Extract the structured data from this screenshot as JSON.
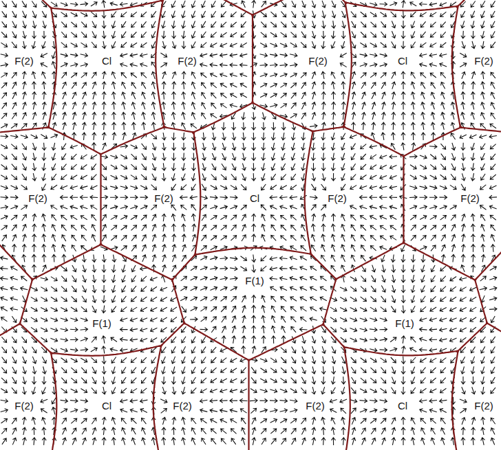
{
  "diagram": {
    "labels": [
      "F(2)",
      "Cl",
      "F(2)",
      "F(2)",
      "Cl",
      "F(2)",
      "F(2)",
      "F(2)",
      "Cl",
      "F(2)",
      "F(2)",
      "F(1)",
      "F(1)",
      "F(1)",
      "F(2)",
      "Cl",
      "F(2)",
      "F(2)",
      "Cl",
      "F(2)"
    ]
  }
}
